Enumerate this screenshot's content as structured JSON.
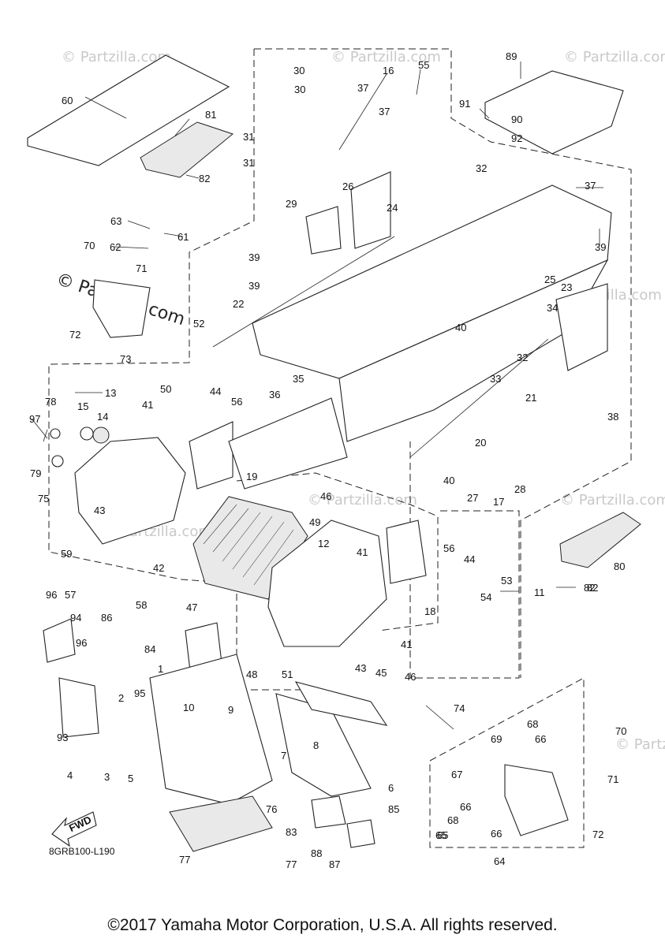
{
  "watermark": {
    "brand": "© Partzilla.com"
  },
  "diagram": {
    "code": "8GRB100-L190",
    "fwd_label": "FWD",
    "part_numbers": [
      "1",
      "2",
      "3",
      "4",
      "5",
      "6",
      "7",
      "8",
      "9",
      "10",
      "11",
      "12",
      "13",
      "14",
      "15",
      "16",
      "17",
      "18",
      "19",
      "20",
      "21",
      "22",
      "23",
      "24",
      "25",
      "26",
      "27",
      "28",
      "29",
      "30",
      "31",
      "32",
      "33",
      "34",
      "35",
      "36",
      "37",
      "38",
      "39",
      "40",
      "41",
      "42",
      "43",
      "44",
      "45",
      "46",
      "47",
      "48",
      "49",
      "50",
      "51",
      "52",
      "53",
      "54",
      "55",
      "56",
      "57",
      "58",
      "59",
      "60",
      "61",
      "62",
      "63",
      "64",
      "65",
      "66",
      "67",
      "68",
      "69",
      "70",
      "71",
      "72",
      "73",
      "74",
      "75",
      "76",
      "77",
      "78",
      "79",
      "80",
      "81",
      "82",
      "83",
      "84",
      "85",
      "86",
      "87",
      "88",
      "89",
      "90",
      "91",
      "92",
      "93",
      "94",
      "95",
      "96",
      "97"
    ]
  },
  "footer": {
    "copyright": "©2017 Yamaha Motor Corporation, U.S.A. All rights reserved."
  }
}
